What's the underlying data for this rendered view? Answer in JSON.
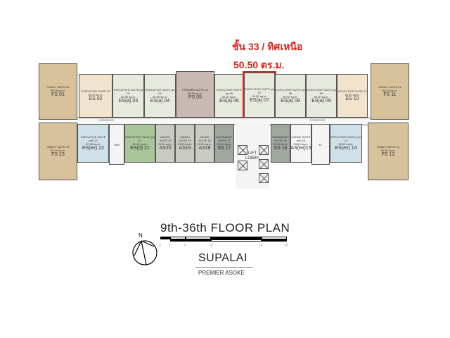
{
  "annotation": {
    "floor_direction": "ชั้น   33 / ทิศเหนือ",
    "area": "50.50 ตร.ม.",
    "highlight_color": "#d9241c"
  },
  "plan": {
    "corridor_label": "CORRIDOR",
    "lift_lobby": "LIFT\nLOBBY",
    "stair_left": "SAN",
    "stair_right": "EL",
    "top_units": [
      {
        "name": "FAMILY SUITE 01",
        "area": "85.00 sq.m.",
        "code": "FS 01"
      },
      {
        "name": "EXECUTIVE SUITE 02",
        "area": "50.50 sq.m.",
        "code": "ES 02"
      },
      {
        "name": "EXECUTIVE SUITE (a) 03",
        "area": "50.50 sq.m.",
        "code": "ES(a) 03"
      },
      {
        "name": "EXECUTIVE SUITE (a) 04",
        "area": "50.50 sq.m.",
        "code": "ES(a) 04"
      },
      {
        "name": "PREMIER SUITE 05",
        "area": "65.50 sq.m.",
        "code": "PS 05"
      },
      {
        "name": "EXECUTIVE SUITE (a) 06",
        "area": "50.50 sq.m.",
        "code": "ES(a) 06"
      },
      {
        "name": "EXECUTIVE SUITE (a) 07",
        "area": "50.50 sq.m.",
        "code": "ES(a) 07"
      },
      {
        "name": "EXECUTIVE SUITE (a) 08",
        "area": "50.50 sq.m.",
        "code": "ES(a) 08"
      },
      {
        "name": "EXECUTIVE SUITE (a) 09",
        "area": "50.50 sq.m.",
        "code": "ES(a) 09"
      },
      {
        "name": "EXECUTIVE SUITE 10",
        "area": "50.50 sq.m.",
        "code": "ES 10"
      },
      {
        "name": "FAMILY SUITE 11",
        "area": "85.00 sq.m.",
        "code": "FS 11"
      }
    ],
    "bottom_units": [
      {
        "name": "FAMILY SUITE 23",
        "area": "85.00 sq.m.",
        "code": "FS 23"
      },
      {
        "name": "EXECUTIVE SUITE (ex) 22",
        "area": "50.50 sq.m.",
        "code": "ES(ex) 22"
      },
      {
        "name": "EXECUTIVE SUITE (d) 21",
        "area": "51.00 sq.m.",
        "code": "ES(d) 21"
      },
      {
        "name": "ASOKE SUITE 20",
        "area": "33.50 sq.m.",
        "code": "AS20"
      },
      {
        "name": "ASOKE SUITE 19",
        "area": "33.50 sq.m.",
        "code": "AS19"
      },
      {
        "name": "ASOKE SUITE 18",
        "area": "33.50 sq.m.",
        "code": "AS18"
      },
      {
        "name": "SUKHUMVIT SUITE 17",
        "area": "39.00 sq.m.",
        "code": "SS 17"
      },
      {
        "name": "SUKHUMVIT SUITE 16",
        "area": "39.00 sq.m.",
        "code": "SS 16"
      },
      {
        "name": "ASOKE SUITE (ex) 15",
        "area": "33.50 sq.m.",
        "code": "AS(ex)15"
      },
      {
        "name": "EXECUTIVE SUITE (ex) 14",
        "area": "50.50 sq.m.",
        "code": "ES(ex) 14"
      },
      {
        "name": "FAMILY SUITE 12",
        "area": "85.00 sq.m.",
        "code": "FS 12"
      }
    ]
  },
  "title": "9th-36th FLOOR PLAN",
  "scale_ticks": [
    "0",
    "2",
    "5",
    "10",
    "20",
    "15"
  ],
  "north": "N",
  "brand": "SUPALAI",
  "project": "PREMIER ASOKE"
}
